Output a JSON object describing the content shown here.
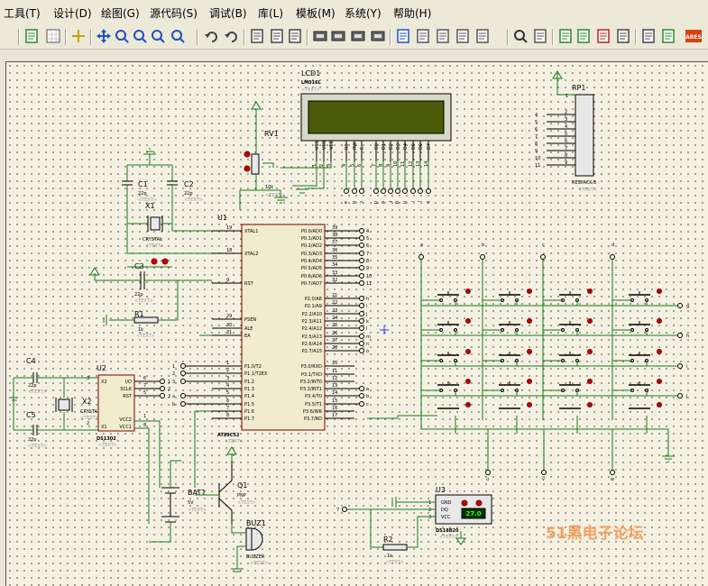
{
  "menu": {
    "items": [
      "工具(T)",
      "设计(D)",
      "绘图(G)",
      "源代码(S)",
      "调试(B)",
      "库(L)",
      "模板(M)",
      "系统(Y)",
      "帮助(H)"
    ]
  },
  "toolbar": {
    "icons": [
      "refresh-icon",
      "grid-icon",
      "origin-icon",
      "pan-icon",
      "zoom-in-icon",
      "zoom-out-icon",
      "zoom-all-icon",
      "zoom-area-icon",
      "undo-icon",
      "redo-icon",
      "cut-icon",
      "copy-icon",
      "paste-icon",
      "block-copy-icon",
      "block-move-icon",
      "block-rotate-icon",
      "block-delete-icon",
      "pick-device-icon",
      "make-device-icon",
      "package-icon",
      "decompose-icon",
      "wire-autorouter-icon",
      "search-icon",
      "property-tool-icon",
      "new-sheet-icon",
      "add-sheet-icon",
      "remove-sheet-icon",
      "exit-sheet-icon",
      "bom-icon",
      "erc-icon",
      "ares-icon"
    ],
    "ares_label": "ARES"
  },
  "schematic": {
    "placeholder": "<TEXT>",
    "watermark": "51黑电子论坛",
    "lcd": {
      "ref": "LCD1",
      "part": "LM016L",
      "pins": [
        "VSS",
        "VDD",
        "VEE",
        "RS",
        "RW",
        "E",
        "D0",
        "D1",
        "D2",
        "D3",
        "D4",
        "D5",
        "D6",
        "D7"
      ],
      "pin_nums": [
        "1",
        "2",
        "3",
        "4",
        "5",
        "6",
        "7",
        "8",
        "9",
        "10",
        "11",
        "12",
        "13",
        "14"
      ],
      "bus_labels": [
        "a",
        "b",
        "c",
        "d",
        "e",
        "f",
        "g",
        "h",
        "i",
        "j",
        "k"
      ]
    },
    "rv1": {
      "ref": "RV1",
      "value": "10k"
    },
    "rp1": {
      "ref": "RP1",
      "part": "RESPACK-8",
      "pin1": "1",
      "pins": [
        "2",
        "3",
        "4",
        "5",
        "6",
        "7",
        "8",
        "9"
      ],
      "labels": [
        "4",
        "5",
        "6",
        "7",
        "8",
        "9",
        "10",
        "11"
      ]
    },
    "c1": {
      "ref": "C1",
      "value": "22p"
    },
    "c2": {
      "ref": "C2",
      "value": "22p"
    },
    "x1": {
      "ref": "X1",
      "part": "CRYSTAL"
    },
    "c3": {
      "ref": "C3",
      "value": "22p"
    },
    "r1": {
      "ref": "R1",
      "value": "1k"
    },
    "u1": {
      "ref": "U1",
      "part": "AT89C52",
      "left_pins": [
        {
          "n": "19",
          "name": "XTAL1"
        },
        {
          "n": "18",
          "name": "XTAL2"
        },
        {
          "n": "9",
          "name": "RST"
        },
        {
          "n": "29",
          "name": "PSEN"
        },
        {
          "n": "30",
          "name": "ALE"
        },
        {
          "n": "31",
          "name": "EA"
        },
        {
          "n": "1",
          "name": "P1.0/T2"
        },
        {
          "n": "2",
          "name": "P1.1/T2EX"
        },
        {
          "n": "3",
          "name": "P1.2"
        },
        {
          "n": "4",
          "name": "P1.3"
        },
        {
          "n": "5",
          "name": "P1.4"
        },
        {
          "n": "6",
          "name": "P1.5"
        },
        {
          "n": "7",
          "name": "P1.6"
        },
        {
          "n": "8",
          "name": "P1.7"
        }
      ],
      "right_pins": [
        {
          "n": "39",
          "name": "P0.0/AD0"
        },
        {
          "n": "38",
          "name": "P0.1/AD1"
        },
        {
          "n": "37",
          "name": "P0.2/AD2"
        },
        {
          "n": "36",
          "name": "P0.3/AD3"
        },
        {
          "n": "35",
          "name": "P0.4/AD4"
        },
        {
          "n": "34",
          "name": "P0.5/AD5"
        },
        {
          "n": "33",
          "name": "P0.6/AD6"
        },
        {
          "n": "32",
          "name": "P0.7/AD7"
        },
        {
          "n": "21",
          "name": "P2.0/A8"
        },
        {
          "n": "22",
          "name": "P2.1/A9"
        },
        {
          "n": "23",
          "name": "P2.2/A10"
        },
        {
          "n": "24",
          "name": "P2.3/A11"
        },
        {
          "n": "25",
          "name": "P2.4/A12"
        },
        {
          "n": "26",
          "name": "P2.5/A13"
        },
        {
          "n": "27",
          "name": "P2.6/A14"
        },
        {
          "n": "28",
          "name": "P2.7/A15"
        },
        {
          "n": "10",
          "name": "P3.0/RXD"
        },
        {
          "n": "11",
          "name": "P3.1/TXD"
        },
        {
          "n": "12",
          "name": "P3.2/INT0"
        },
        {
          "n": "13",
          "name": "P3.3/INT1"
        },
        {
          "n": "14",
          "name": "P3.4/T0"
        },
        {
          "n": "15",
          "name": "P3.5/T1"
        },
        {
          "n": "16",
          "name": "P3.6/WR"
        },
        {
          "n": "17",
          "name": "P3.7/RD"
        }
      ],
      "p0_labels": [
        "4",
        "5",
        "6",
        "7",
        "8",
        "9",
        "10",
        "11"
      ],
      "p2_labels": [
        "h",
        "i",
        "j",
        "k",
        "l",
        "m",
        "n",
        "o"
      ]
    },
    "c4": {
      "ref": "C4",
      "value": "22p"
    },
    "c5": {
      "ref": "C5",
      "value": "22p"
    },
    "x2": {
      "ref": "X2",
      "part": "CRYSTAL"
    },
    "u2": {
      "ref": "U2",
      "part": "DS1302",
      "pins": [
        "X2",
        "X1",
        "I/O",
        "SCLK",
        "RST",
        "VCC2",
        "VCC1"
      ]
    },
    "bat1": {
      "ref": "BAT1",
      "value": "5V"
    },
    "q1": {
      "ref": "Q1",
      "part": "PNP"
    },
    "buz1": {
      "ref": "BUZ1",
      "part": "BUZZER"
    },
    "u3": {
      "ref": "U3",
      "part": "DS18B20",
      "pins": [
        "GND",
        "DQ",
        "VCC"
      ],
      "display": "27.0"
    },
    "r2": {
      "ref": "R2",
      "value": "1k"
    },
    "keypad": {
      "col_labels": [
        "a",
        "b",
        "c",
        "d"
      ],
      "row_labels": [
        "g",
        "h",
        "i",
        "j"
      ]
    }
  }
}
